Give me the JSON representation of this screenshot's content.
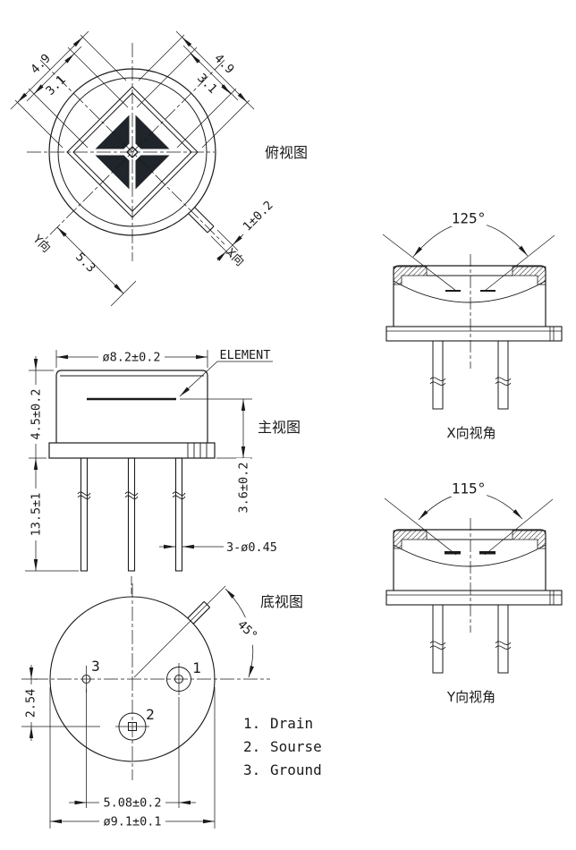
{
  "drawing": {
    "top_view": {
      "label": "俯视图",
      "dim_outer": "4.9",
      "dim_inner": "3.1",
      "dim_tab": "1±0.2",
      "dim_offset": "5.3",
      "axis_x": "X向",
      "axis_y": "Y向"
    },
    "front_view": {
      "label": "主视图",
      "element_label": "ELEMENT",
      "dim_diameter": "ø8.2±0.2",
      "dim_height": "4.5±0.2",
      "dim_pin_length": "13.5±1",
      "dim_element": "3.6±0.2",
      "dim_pin": "3-ø0.45"
    },
    "bottom_view": {
      "label": "底视图",
      "dim_pitch": "5.08±0.2",
      "dim_diameter": "ø9.1±0.1",
      "dim_offset": "2.54",
      "dim_angle": "45°",
      "pin1": "1",
      "pin2": "2",
      "pin3": "3"
    },
    "x_view": {
      "label": "X向视角",
      "angle": "125°"
    },
    "y_view": {
      "label": "Y向视角",
      "angle": "115°"
    },
    "legend": [
      {
        "num": "1.",
        "name": "Drain"
      },
      {
        "num": "2.",
        "name": "Sourse"
      },
      {
        "num": "3.",
        "name": "Ground"
      }
    ]
  },
  "colors": {
    "ink": "#1a1a1a",
    "element_fill": "#20242b",
    "background": "#ffffff"
  }
}
